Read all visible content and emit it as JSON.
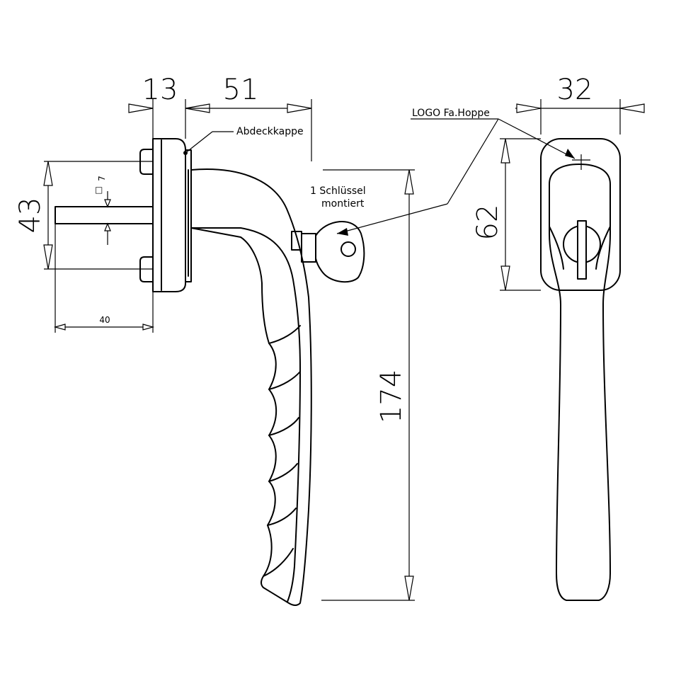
{
  "dimensions": {
    "rosette_thickness": "13",
    "depth": "51",
    "width": "32",
    "rosette_height": "62",
    "screw_spacing": "43",
    "spindle_length": "40",
    "square_spindle": "7",
    "handle_length": "174"
  },
  "callouts": {
    "cover_cap": "Abdeckkappe",
    "key_line1": "1 Schlüssel",
    "key_line2": "montiert",
    "logo": "LOGO Fa.Hoppe"
  },
  "symbols": {
    "square": "□"
  }
}
